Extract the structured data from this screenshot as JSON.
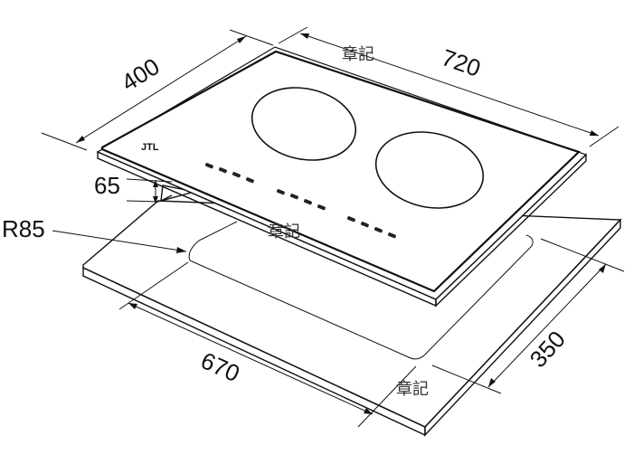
{
  "dimensions": {
    "top_width": "720",
    "top_depth": "400",
    "height": "65",
    "corner_radius": "R85",
    "cutout_width": "670",
    "cutout_depth": "350"
  },
  "watermarks": [
    "章記",
    "章記",
    "章記"
  ],
  "cooktop": {
    "brand_logo": "JTL",
    "zones": 2,
    "control_groups": [
      {
        "name": "left",
        "buttons": 4
      },
      {
        "name": "center",
        "buttons": 4
      },
      {
        "name": "right",
        "buttons": 4
      }
    ]
  },
  "colors": {
    "line": "#111111",
    "background": "#ffffff"
  }
}
